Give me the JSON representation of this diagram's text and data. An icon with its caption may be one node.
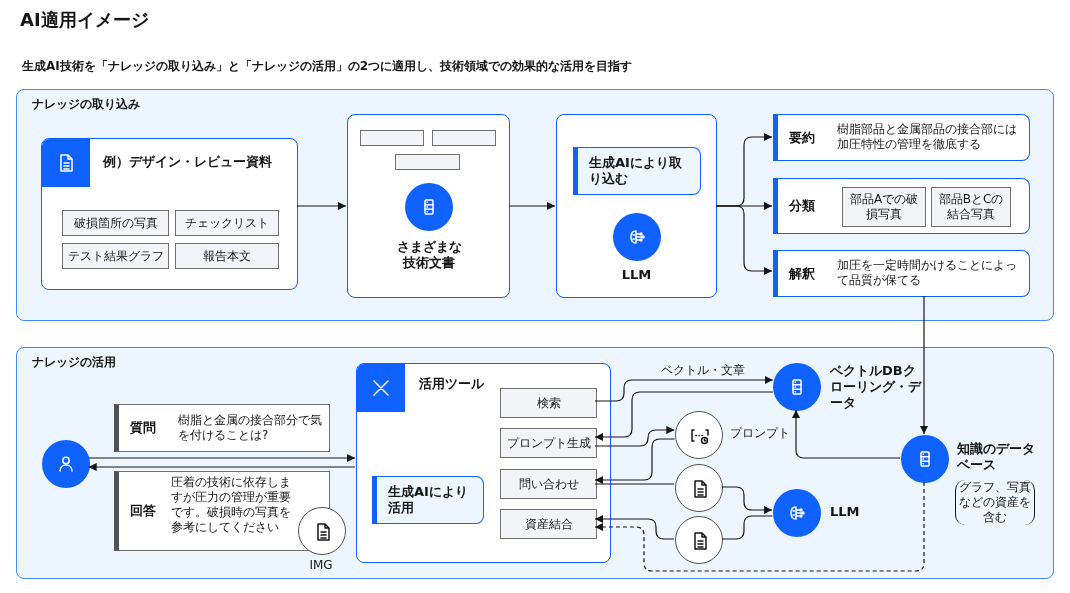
{
  "diagram": {
    "title": "AI適用イメージ",
    "nodes": [
      {
        "text": [
          "ナレッジの取り込み"
        ]
      },
      {
        "text": [
          "例）デザイン・レビュー資料"
        ],
        "in": 0
      },
      {
        "text": [
          "破損箇所の写真"
        ],
        "in": 1
      },
      {
        "text": [
          "チェックリスト"
        ],
        "in": 1
      },
      {
        "text": [
          "テスト結果グラフ"
        ],
        "in": 1
      },
      {
        "text": [
          "報告本文"
        ],
        "in": 1
      },
      {
        "text": [
          "さまざまな技術文書"
        ],
        "in": 0
      },
      {
        "text": [],
        "shape": "box",
        "in": 6
      },
      {
        "text": [],
        "shape": "box",
        "in": 6
      },
      {
        "text": [],
        "shape": "box",
        "in": 6
      },
      {
        "text": [
          "LLM"
        ],
        "in": 0
      },
      {
        "text": [
          "生成AIにより取り込む"
        ],
        "in": 10
      },
      {
        "text": [
          "要約",
          "樹脂部品と金属部品の接合部には加圧特性の管理を徹底する"
        ],
        "in": 0
      },
      {
        "text": [
          "分類"
        ],
        "in": 0
      },
      {
        "text": [
          "部品Aでの破損写真"
        ],
        "in": 13
      },
      {
        "text": [
          "部品BとCの結合写真"
        ],
        "in": 13
      },
      {
        "text": [
          "解釈",
          "加圧を一定時間かけることによって品質が保てる"
        ],
        "in": 0
      },
      {
        "text": [
          "ナレッジの活用"
        ]
      },
      {
        "text": [],
        "shape": "person",
        "in": 17
      },
      {
        "text": [
          "質問",
          "樹脂と金属の接合部分で気を付けることは?"
        ],
        "in": 17
      },
      {
        "text": [
          "回答",
          "圧着の技術に依存しますが圧力の管理が重要です。破損時の写真を参考にしてください"
        ],
        "in": 17
      },
      {
        "text": [],
        "shape": "circle",
        "beside": [
          "IMG"
        ],
        "in": 17
      },
      {
        "text": [
          "活用ツール"
        ],
        "in": 17
      },
      {
        "text": [
          "生成AIにより活用"
        ],
        "in": 22
      },
      {
        "text": [
          "検索"
        ],
        "in": 22
      },
      {
        "text": [
          "プロンプト生成"
        ],
        "in": 22
      },
      {
        "text": [
          "問い合わせ"
        ],
        "in": 22
      },
      {
        "text": [
          "資産結合"
        ],
        "in": 22
      },
      {
        "text": [
          "ベクトルDBクローリング・データ"
        ],
        "in": 17
      },
      {
        "text": [],
        "shape": "circle",
        "beside": [
          "プロンプト"
        ],
        "in": 17
      },
      {
        "text": [],
        "shape": "circle",
        "in": 17
      },
      {
        "text": [],
        "shape": "circle",
        "in": 17
      },
      {
        "text": [
          "LLM"
        ],
        "in": 17
      },
      {
        "text": [
          "知識のデータベース"
        ],
        "beside": [
          "グラフ、写真などの資産を含む"
        ],
        "in": 17
      }
    ],
    "edges": [
      {
        "from": 1,
        "to": 6,
        "arrow": "to"
      },
      {
        "from": 6,
        "to": 10,
        "arrow": "to"
      },
      {
        "from": 10,
        "to": 12,
        "arrow": "to"
      },
      {
        "from": 10,
        "to": 13,
        "arrow": "to"
      },
      {
        "from": 10,
        "to": 16,
        "arrow": "to"
      },
      {
        "from": 16,
        "to": 33,
        "arrow": "to"
      },
      {
        "from": 18,
        "to": 22,
        "arrow": "to"
      },
      {
        "from": 22,
        "to": 18,
        "arrow": "to"
      },
      {
        "from": 24,
        "to": 28,
        "arrow": "to",
        "label": "ベクトル・文章"
      },
      {
        "from": 28,
        "to": 25,
        "arrow": "to"
      },
      {
        "from": 25,
        "to": 29,
        "arrow": "to"
      },
      {
        "from": 29,
        "to": 26,
        "arrow": "to"
      },
      {
        "from": 26,
        "to": 30,
        "arrow": "none"
      },
      {
        "from": 30,
        "to": 32,
        "arrow": "to"
      },
      {
        "from": 32,
        "to": 31,
        "arrow": "none"
      },
      {
        "from": 31,
        "to": 27,
        "arrow": "to"
      },
      {
        "from": 33,
        "to": 28,
        "arrow": "to"
      },
      {
        "from": 33,
        "to": 27,
        "arrow": "to",
        "style": "dashed"
      }
    ],
    "labels": [
      "生成AI技術を「ナレッジの取り込み」と「ナレッジの活用」の2つに適用し、技術領域での効果的な活用を目指す"
    ]
  }
}
